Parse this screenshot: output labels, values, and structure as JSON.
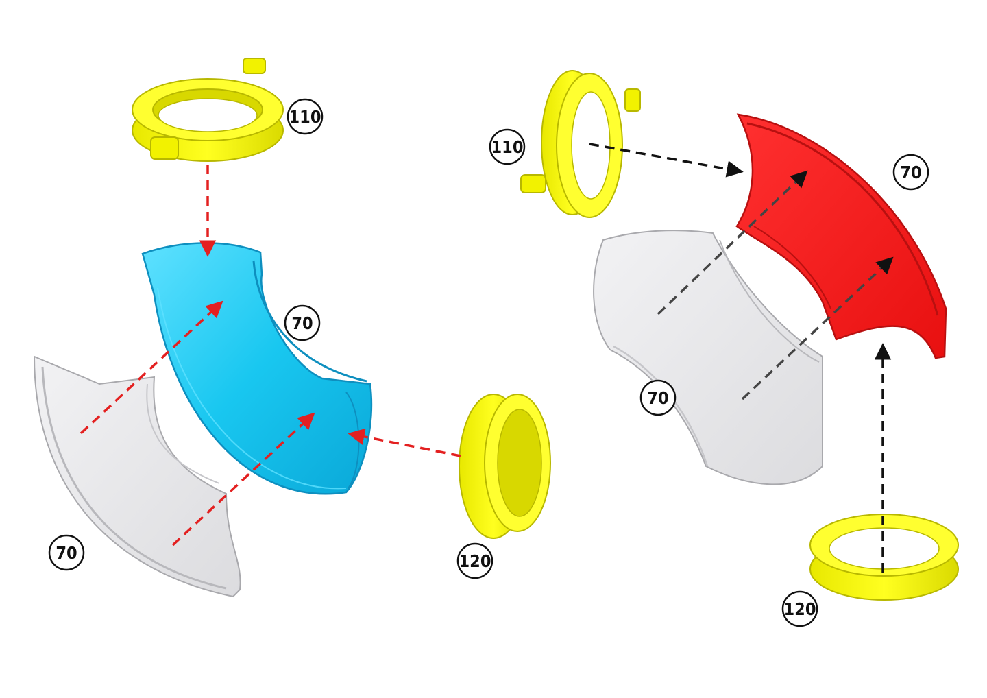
{
  "colors": {
    "yellow": "#f2f200",
    "yellow_dark": "#b8b800",
    "blue": "#19c7f0",
    "blue_dark": "#0e8fbf",
    "red": "#f21b1b",
    "red_dark": "#b81010",
    "grey": "#e4e4e6",
    "grey_dark": "#a9a9ad",
    "arrow_red": "#e32020",
    "arrow_black": "#111111"
  },
  "callouts": {
    "left_110": "110",
    "left_70_blue": "70",
    "left_70_grey": "70",
    "left_120": "120",
    "right_110": "110",
    "right_70_red": "70",
    "right_70_grey": "70",
    "right_120": "120"
  }
}
